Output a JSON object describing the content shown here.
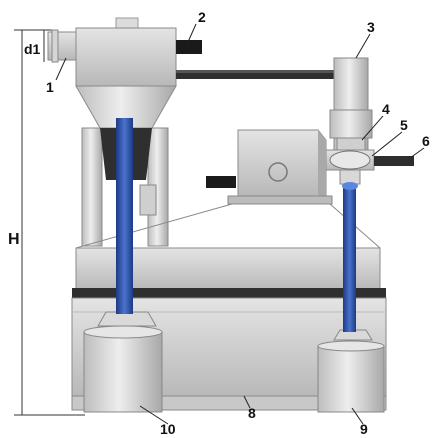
{
  "diagram": {
    "callouts": {
      "c1": "1",
      "c2": "2",
      "c3": "3",
      "c4": "4",
      "c5": "5",
      "c6": "6",
      "c8": "8",
      "c9": "9",
      "c10": "10"
    },
    "dimensions": {
      "height": "H",
      "diameter": "d1"
    },
    "colors": {
      "metal_light": "#e6e6e6",
      "metal_mid": "#c9c9c9",
      "metal_dark": "#9a9a9a",
      "shadow": "#2f2f2f",
      "tube_blue": "#2a4ea8",
      "tube_highlight": "#5a7ed0",
      "nozzle_dark": "#1a1a1a"
    }
  }
}
